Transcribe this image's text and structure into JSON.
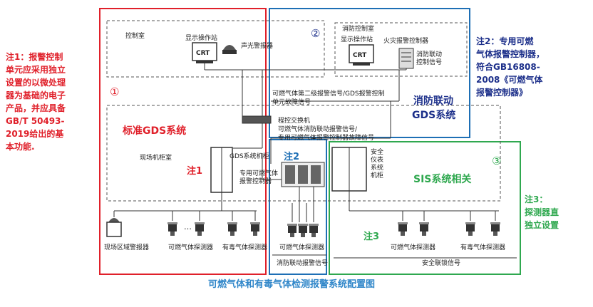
{
  "colors": {
    "red": "#e0202a",
    "blue": "#1e6fb5",
    "green": "#2fa84f",
    "navy": "#1c2f8a",
    "line": "#333333",
    "dash": "#555555"
  },
  "notes": {
    "note1": [
      "注1：报警控制",
      "单元应采用独立",
      "设置的以微处理",
      "器为基础的电子",
      "产品，并应具备",
      "GB/T 50493-",
      "2019给出的基",
      "本功能."
    ],
    "note2": [
      "注2：专用可燃",
      "气体报警控制器，",
      "符合GB16808-",
      "2008《可燃气体",
      "报警控制器》"
    ],
    "note3": [
      "注3：",
      "探测器直",
      "独立设置"
    ]
  },
  "circles": {
    "c1": "①",
    "c2": "②",
    "c3": "③"
  },
  "systems": {
    "standard_gds": "标准GDS系统",
    "fire_gds_1": "消防联动",
    "fire_gds_2": "GDS系统",
    "sis": "SIS系统相关"
  },
  "tags": {
    "tag1": "注1",
    "tag2": "注2",
    "tag3": "注3"
  },
  "rooms": {
    "control_room": "控制室",
    "fire_control_room": "消防控制室",
    "field_cabinet_room": "现场机柜室"
  },
  "devices": {
    "display_station_1": "显示操作站",
    "crt_1": "CRT",
    "sound_light_alarm": "声光警报器",
    "display_station_2": "显示操作站",
    "crt_2": "CRT",
    "fire_alarm_controller": "火灾报警控制器",
    "fire_link_ctrl_signal_1": "消防联动",
    "fire_link_ctrl_signal_2": "控制信号",
    "gds_cabinet": "GDS系统机柜",
    "dedicated_controller_1": "专用可燃气体",
    "dedicated_controller_2": "报警控制器",
    "sis_cabinet": [
      "安全",
      "仪表",
      "系统",
      "机柜"
    ]
  },
  "signals": {
    "level2_alarm": "可燃气体第二级报警信号/GDS报警控制",
    "unit_fault": "单元故障信号",
    "pbx": "程控交换机",
    "fire_link_alarm": "可燃气体消防联动报警信号/",
    "dedicated_fault": "专用可燃气体报警控制器故障信号",
    "fire_link_alarm_signal": "消防联动报警信号",
    "safety_interlock": "安全联锁信号"
  },
  "detectors": {
    "field_area_alarm": "现场区域警报器",
    "combustible_1": "可燃气体探测器",
    "toxic_1": "有毒气体探测器",
    "combustible_2": "可燃气体探测器",
    "combustible_3": "可燃气体探测器",
    "toxic_2": "有毒气体探测器"
  },
  "ellipsis": "…",
  "caption": "可燃气体和有毒气体检测报警系统配置图"
}
